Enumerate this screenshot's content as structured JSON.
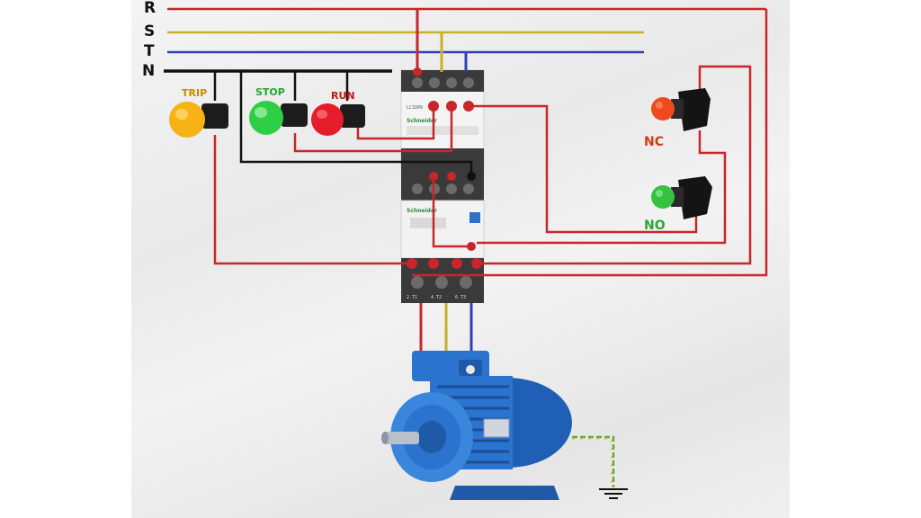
{
  "phases": {
    "r": "R",
    "s": "S",
    "t": "T",
    "n": "N"
  },
  "lamps": {
    "trip": {
      "label": "TRIP",
      "color": "#f5b316",
      "label_color": "#c98a00"
    },
    "stop": {
      "label": "STOP",
      "color": "#2fcf45",
      "label_color": "#22a535"
    },
    "run": {
      "label": "RUN",
      "color": "#e51d2b",
      "label_color": "#c01818"
    }
  },
  "buttons": {
    "nc": {
      "label": "NC",
      "color": "#ef4a1e",
      "label_color": "#d23a14"
    },
    "no": {
      "label": "NO",
      "color": "#36c23f",
      "label_color": "#2aa537"
    }
  },
  "contactor": {
    "model": "LC1D09",
    "brand": "Schneider"
  },
  "overload_relay": {
    "brand": "Schneider"
  },
  "terminals": {
    "t1": "2 T1",
    "t2": "4 T2",
    "t3": "6 T3"
  },
  "wire_colors": {
    "r": "#c8262a",
    "s": "#c9b02a",
    "t": "#2e3fb8",
    "n": "#111111",
    "ground": "#6aa83a"
  },
  "motor": {
    "color": "#2a73cf"
  }
}
